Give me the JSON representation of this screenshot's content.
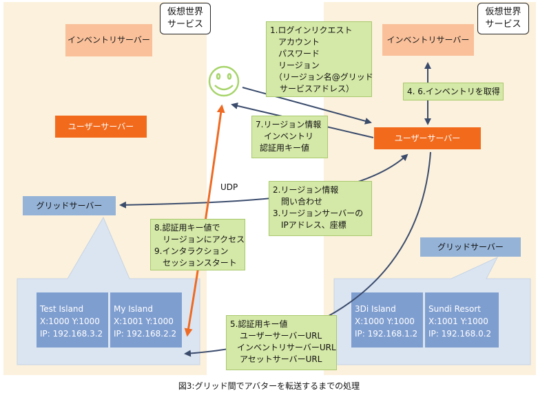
{
  "left_service": {
    "title_lines": [
      "仮想世界",
      "サービス"
    ],
    "inventory_server": "インベントリサーバー",
    "user_server": "ユーザーサーバー",
    "grid_server": "グリッドサーバー",
    "regions": [
      {
        "name": "Test Island",
        "coords": "X:1000 Y:1000",
        "ip": "IP: 192.168.3.2"
      },
      {
        "name": "My Island",
        "coords": "X:1001 Y:1000",
        "ip": "IP: 192.168.2.2"
      }
    ]
  },
  "right_service": {
    "title_lines": [
      "仮想世界",
      "サービス"
    ],
    "inventory_server": "インベントリサーバー",
    "user_server": "ユーザーサーバー",
    "grid_server": "グリッドサーバー",
    "regions": [
      {
        "name": "3Di Island",
        "coords": "X:1000 Y:1000",
        "ip": "IP: 192.168.1.2"
      },
      {
        "name": "Sundi Resort",
        "coords": "X:1001 Y:1000",
        "ip": "IP: 192.168.0.2"
      }
    ]
  },
  "steps": {
    "login_request": [
      "1.ログインリクエスト",
      "アカウント",
      "パスワード",
      "リージョン",
      "（リージョン名@グリッド",
      "サービスアドレス）"
    ],
    "get_inventory": [
      "4. 6.インベントリを取得"
    ],
    "region_info": [
      "7.リージョン情報",
      "インベントリ",
      "認証用キー値"
    ],
    "region_query": [
      "2.リージョン情報",
      "問い合わせ",
      "3.リージョンサーバーの",
      "IPアドレス、座標"
    ],
    "region_access": [
      "8.認証用キー値で",
      "リージョンにアクセス",
      "9.インタラクション",
      "セッションスタート"
    ],
    "transfer_urls": [
      "5.認証用キー値",
      "ユーザーサーバーURL",
      "インベントリサーバーURL",
      "アセットサーバーURL"
    ]
  },
  "udp_label": "UDP",
  "caption": "図3:グリッド間でアバターを転送するまでの処理",
  "icons": {
    "avatar": "smiley-face-icon"
  },
  "colors": {
    "service_background": "#fcf1dc",
    "inventory_server": "#f9c09a",
    "user_server": "#f26b1d",
    "grid_server": "#95b3d7",
    "region_bubble": "#dbe5f1",
    "region_box": "#7f9ed0",
    "step_box": "#d4e8a7",
    "arrow": "#3a4b6c",
    "orange_arrow": "#ef6a22",
    "avatar": "#a7d46b"
  }
}
